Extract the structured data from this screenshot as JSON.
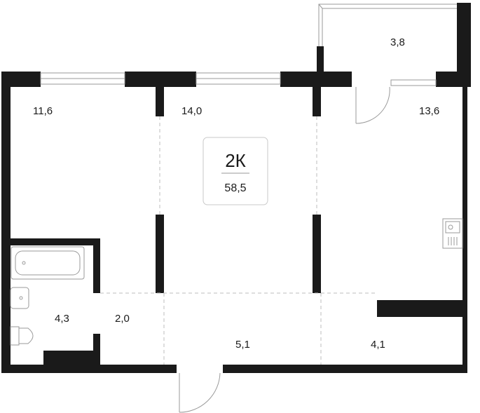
{
  "apartment": {
    "type": "2К",
    "area": "58,5"
  },
  "rooms": [
    {
      "id": "room-left",
      "area": "11,6"
    },
    {
      "id": "room-middle",
      "area": "14,0"
    },
    {
      "id": "kitchen-living",
      "area": "13,6"
    },
    {
      "id": "balcony",
      "area": "3,8"
    },
    {
      "id": "bathroom",
      "area": "4,3"
    },
    {
      "id": "corridor-small",
      "area": "2,0"
    },
    {
      "id": "hallway",
      "area": "5,1"
    },
    {
      "id": "hall-right",
      "area": "4,1"
    }
  ],
  "colors": {
    "wall": "#1a1a1a",
    "line": "#9a9a9a",
    "dashed": "#bdbdbd",
    "badge_border": "#c9c9c9"
  },
  "icons": [
    "bathtub-icon",
    "sink-icon",
    "toilet-icon",
    "stove-icon",
    "window-icon",
    "door-swing-icon"
  ]
}
